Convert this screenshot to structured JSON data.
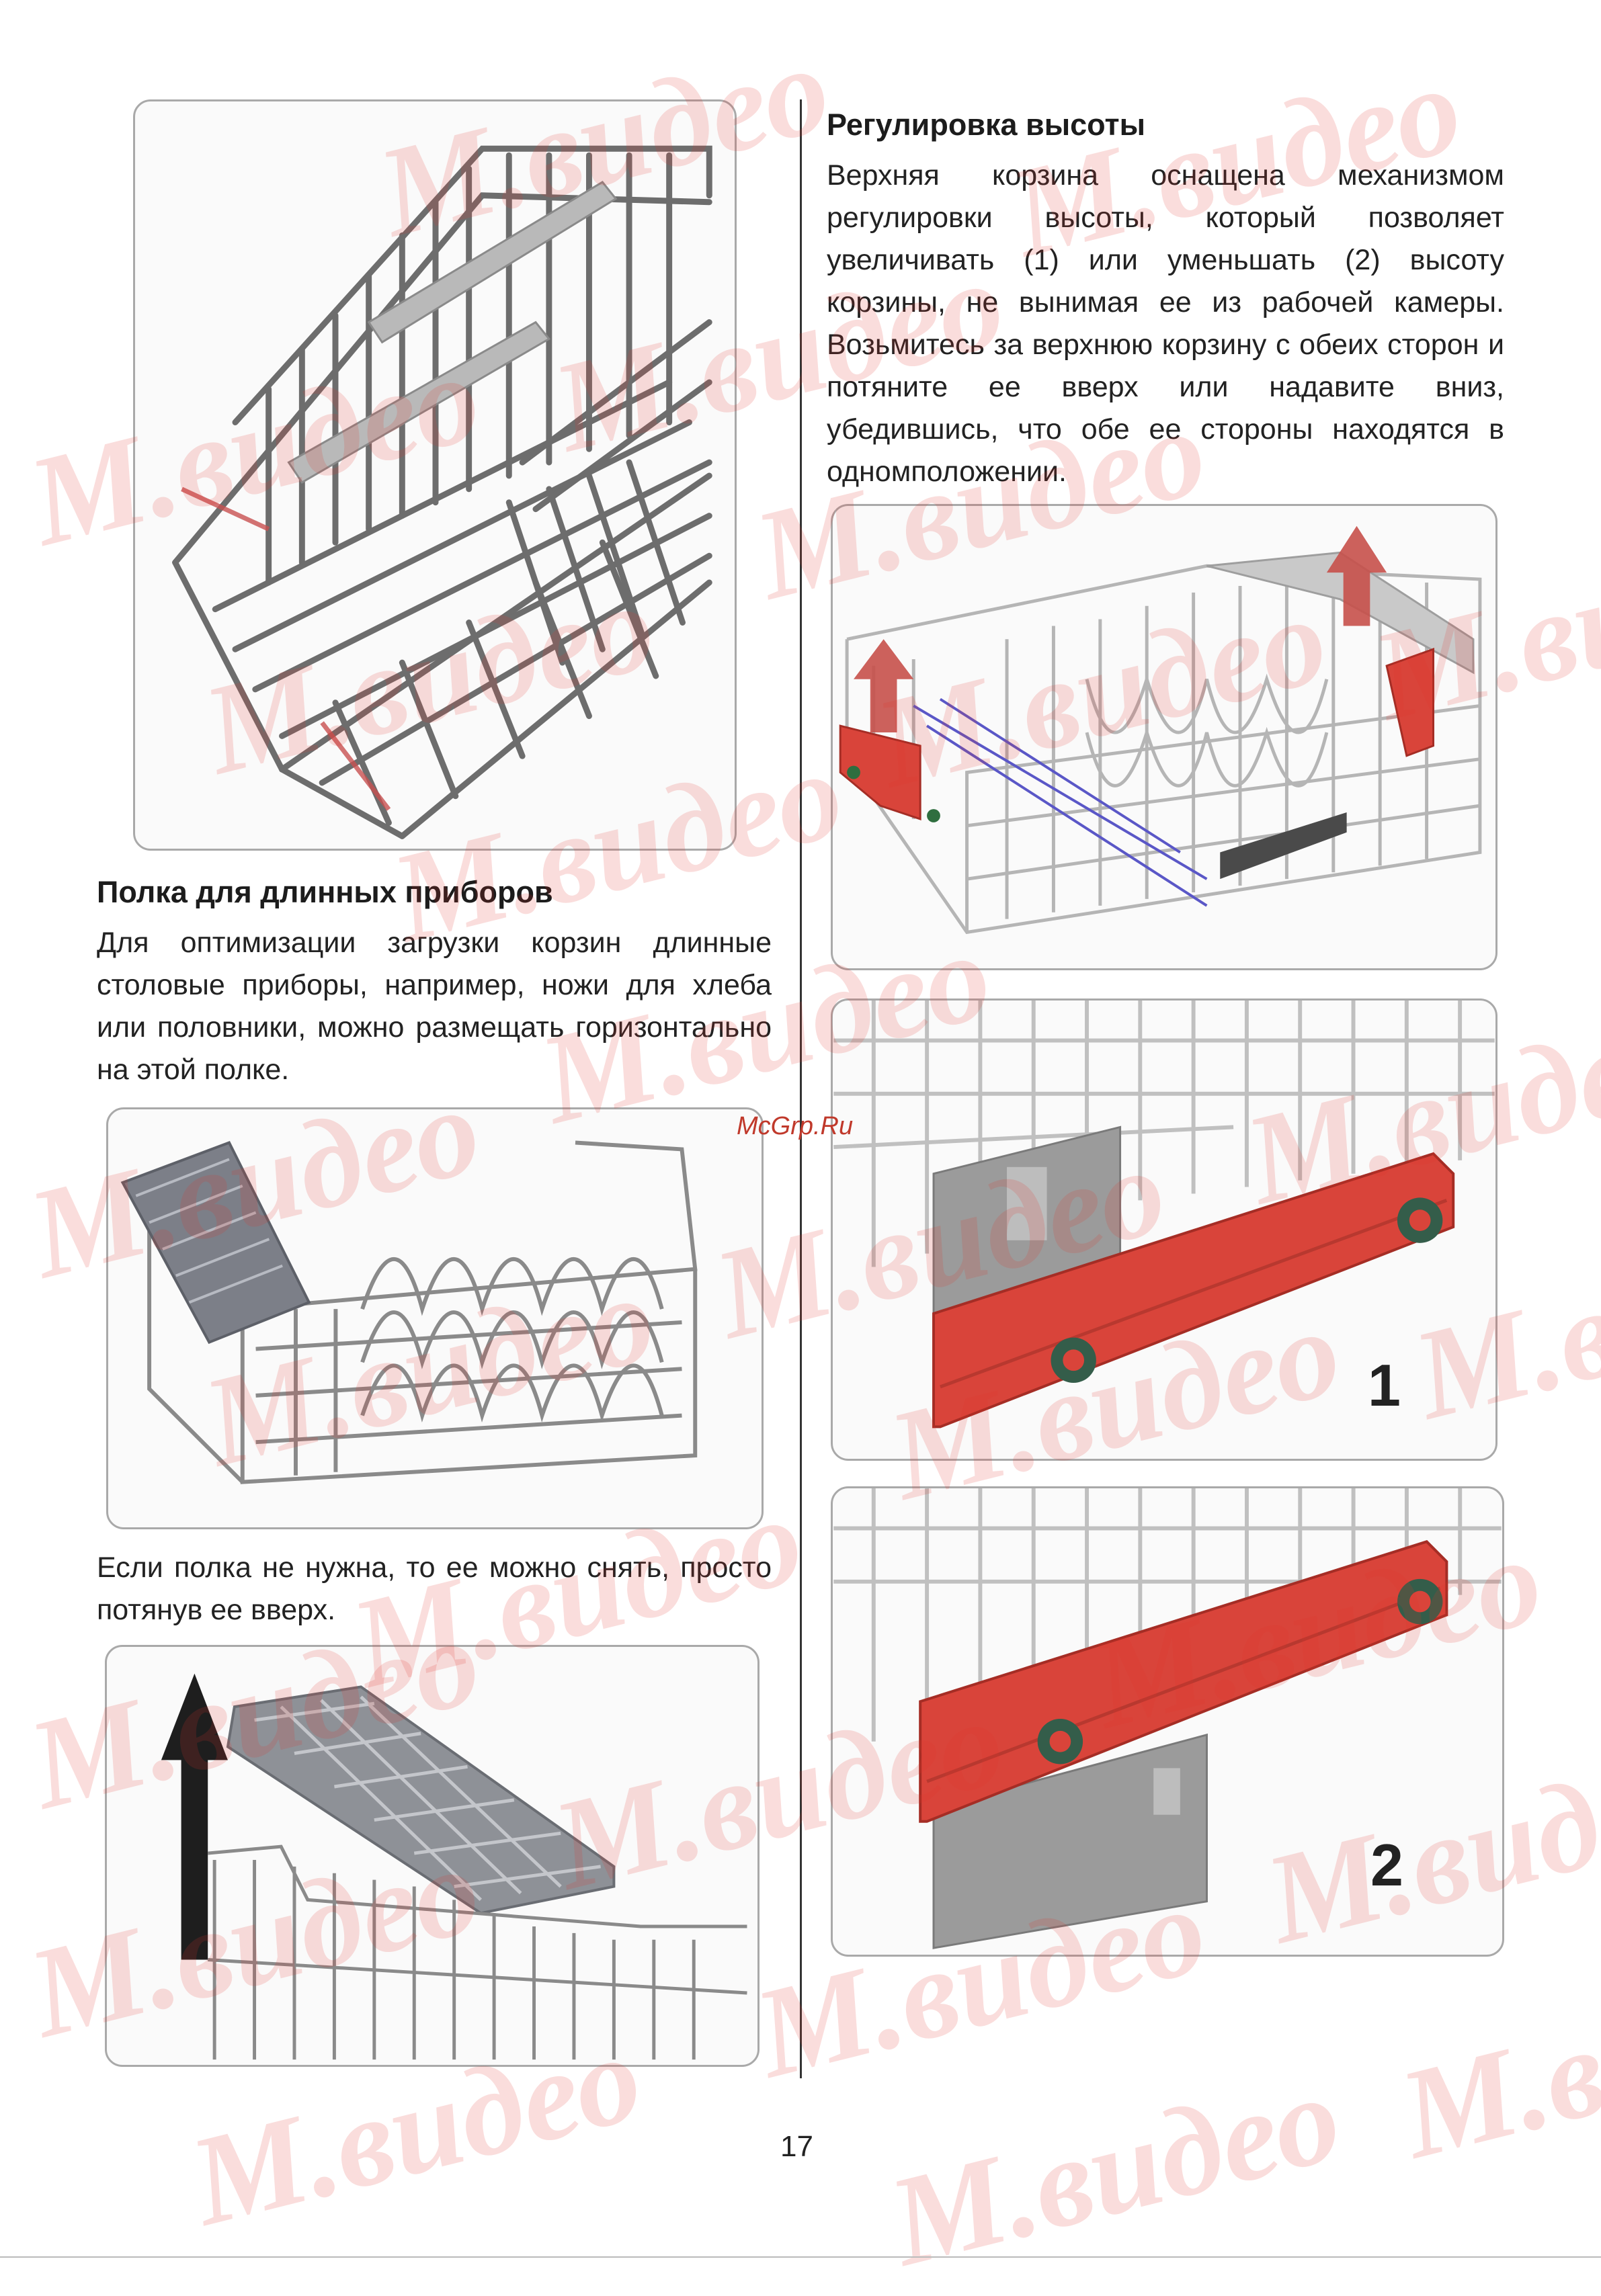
{
  "left": {
    "section1_heading": "Полка для длинных приборов",
    "section1_paragraph": "Для оптимизации загрузки корзин длинные столовые приборы, например, ножи для хлеба или половники, можно размещать горизонтально на этой полке.",
    "section2_paragraph": "Если полка не нужна, то ее можно снять, просто потянув ее вверх."
  },
  "right": {
    "heading": "Регулировка высоты",
    "paragraph": "Верхняя корзина оснащена механизмом регулировки высоты, который позволяет увеличивать (1) или уменьшать (2) высоту корзины, не вынимая ее из рабочей камеры. Возьмитесь за верхнюю корзину с обеих сторон и потяните ее вверх или надавите вниз, убедившись, что обе ее стороны находятся в одномположении.",
    "figure_label_1": "1",
    "figure_label_2": "2"
  },
  "watermark_text": "M.видео",
  "site_mark": "McGrp.Ru",
  "page_number": "17",
  "colors": {
    "wire": "#6d6d6d",
    "adjuster_red": "#d9443a",
    "arrow_red": "#c6504a",
    "arrow_black": "#1e1e1e",
    "watermark": "#e2342b"
  }
}
